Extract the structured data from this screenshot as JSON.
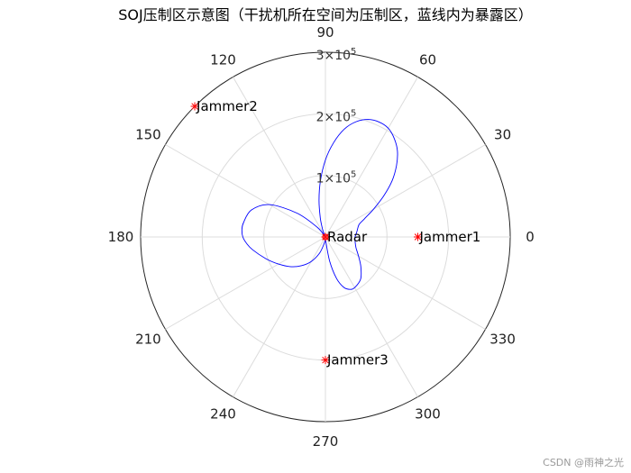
{
  "chart_data": {
    "type": "polar",
    "title": "SOJ压制区示意图（干扰机所在空间为压制区，蓝线内为暴露区）",
    "theta_ticks_deg": [
      0,
      30,
      60,
      90,
      120,
      150,
      180,
      210,
      240,
      270,
      300,
      330
    ],
    "theta_tick_labels": [
      "0",
      "30",
      "60",
      "90",
      "120",
      "150",
      "180",
      "210",
      "240",
      "270",
      "300",
      "330"
    ],
    "r_ticks": [
      {
        "value": 100000,
        "mantissa": "1",
        "exp": "5"
      },
      {
        "value": 200000,
        "mantissa": "2",
        "exp": "5"
      },
      {
        "value": 300000,
        "mantissa": "3",
        "exp": "5"
      }
    ],
    "rlim": [
      0,
      300000
    ],
    "series": [
      {
        "color": "#0000ff",
        "theta_deg": [
          0,
          10,
          20,
          25,
          30,
          35,
          40,
          45,
          50,
          55,
          60,
          65,
          70,
          75,
          80,
          85,
          90,
          95,
          100,
          105,
          110,
          115,
          120,
          130,
          140,
          150,
          160,
          170,
          175,
          180,
          185,
          190,
          200,
          210,
          220,
          230,
          240,
          250,
          260,
          265,
          270,
          275,
          280,
          285,
          290,
          295,
          300,
          310,
          320,
          330,
          340,
          350,
          360
        ],
        "r": [
          48000,
          52000,
          58000,
          70000,
          90000,
          115000,
          141000,
          163000,
          182000,
          195000,
          204000,
          206000,
          203000,
          194000,
          178000,
          154000,
          125000,
          92000,
          60000,
          32000,
          14000,
          4000,
          0,
          20000,
          60000,
          105000,
          128000,
          135000,
          136000,
          134000,
          128000,
          120000,
          103000,
          88000,
          75000,
          61000,
          46000,
          28000,
          10000,
          3000,
          0,
          7000,
          40000,
          70000,
          87000,
          94000,
          95000,
          89000,
          75000,
          62000,
          53000,
          49000,
          48000
        ]
      }
    ],
    "points": [
      {
        "label": "Radar",
        "theta_deg": 0,
        "r": 0
      },
      {
        "label": "Jammer1",
        "theta_deg": 0,
        "r": 150000
      },
      {
        "label": "Jammer2",
        "theta_deg": 135,
        "r": 300000
      },
      {
        "label": "Jammer3",
        "theta_deg": 270,
        "r": 200000
      }
    ],
    "marker": "*",
    "marker_color": "#ff0000",
    "grid": true
  },
  "watermark": "CSDN @雨神之光"
}
